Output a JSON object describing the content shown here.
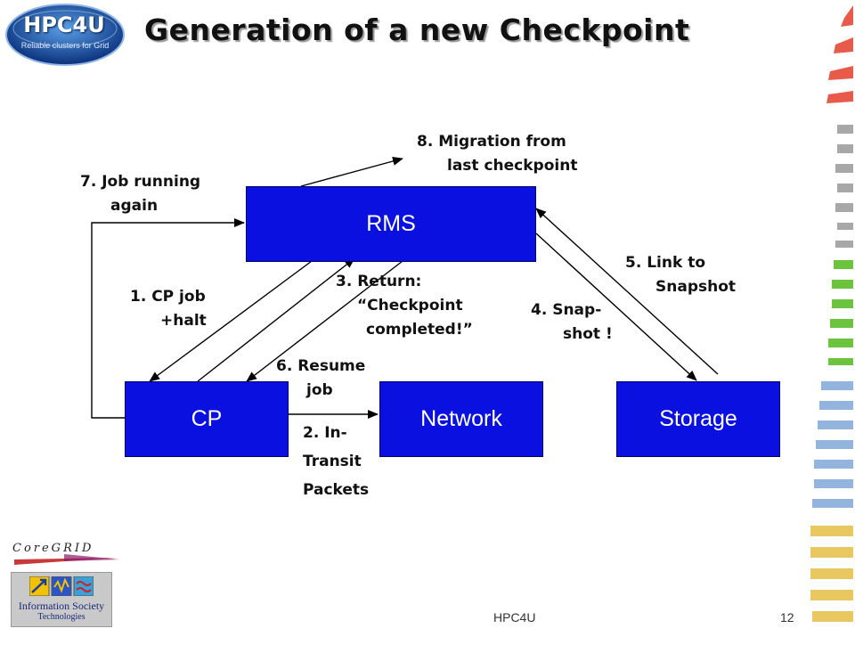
{
  "slide": {
    "title": "Generation of a new Checkpoint",
    "page_number": "12",
    "footer_text": "HPC4U"
  },
  "logos": {
    "hpc4u_main": "HPC4U",
    "hpc4u_sub": "Reliable clusters for Grid",
    "coregrid": "CoreGRID",
    "ist_line1": "Information Society",
    "ist_line2": "Technologies"
  },
  "nodes": {
    "rms": "RMS",
    "cp": "CP",
    "network": "Network",
    "storage": "Storage"
  },
  "steps": {
    "s1_line1": "1. CP job",
    "s1_line2": "+halt",
    "s2_line1": "2. In-",
    "s2_line2": "Transit",
    "s2_line3": "Packets",
    "s3_line1": "3. Return:",
    "s3_line2": "“Checkpoint",
    "s3_line3": "completed!”",
    "s4_line1": "4. Snap-",
    "s4_line2": "shot !",
    "s5_line1": "5. Link to",
    "s5_line2": "Snapshot",
    "s6_line1": "6. Resume",
    "s6_line2": "job",
    "s7_line1": "7. Job running",
    "s7_line2": "again",
    "s8_line1": "8.  Migration from",
    "s8_line2": "last checkpoint"
  },
  "colors": {
    "box_fill": "#0a10e0",
    "stripe_red": "#e85a4a",
    "stripe_gray": "#a0a0a0",
    "stripe_green": "#66c23a",
    "stripe_blue": "#8fb0d8",
    "stripe_yellow": "#e8c860"
  }
}
